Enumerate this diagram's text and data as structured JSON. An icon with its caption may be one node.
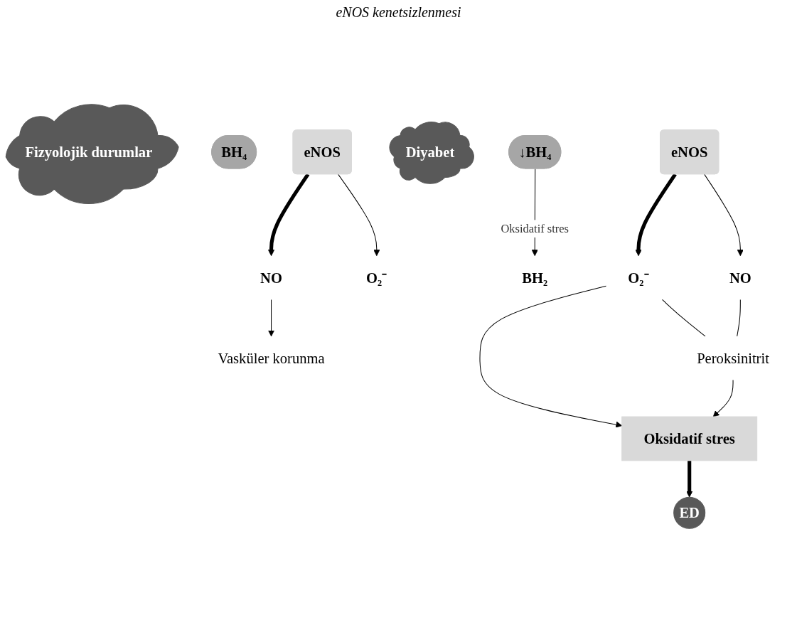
{
  "diagram": {
    "nodes": [
      {
        "text": [
          "Fizyolojik durumlar"
        ]
      },
      {
        "text": [
          "BH₄"
        ]
      },
      {
        "text": [
          "eNOS"
        ]
      },
      {
        "text": [
          "NO"
        ]
      },
      {
        "text": [
          "O₂⁻"
        ]
      },
      {
        "text": [
          "Vasküler korunma"
        ]
      },
      {
        "text": [
          "Diyabet"
        ]
      },
      {
        "text": [
          "↓BH₄"
        ]
      },
      {
        "text": [
          "eNOS"
        ]
      },
      {
        "text": [
          "BH₂"
        ]
      },
      {
        "text": [
          "O₂⁻"
        ]
      },
      {
        "text": [
          "NO"
        ]
      },
      {
        "text": [
          "Peroksinitrit"
        ]
      },
      {
        "text": [
          "Oksidatif  stres"
        ]
      },
      {
        "text": [
          "ED"
        ]
      }
    ],
    "edges": [
      {
        "from": 2,
        "to": 3,
        "arrow": "to",
        "style": "thick"
      },
      {
        "from": 2,
        "to": 4,
        "arrow": "to"
      },
      {
        "from": 3,
        "to": 5,
        "arrow": "to"
      },
      {
        "from": 7,
        "to": 9,
        "arrow": "to",
        "label": "Oksidatif stres"
      },
      {
        "from": 8,
        "to": 10,
        "arrow": "to",
        "style": "thick"
      },
      {
        "from": 8,
        "to": 11,
        "arrow": "to"
      },
      {
        "from": 10,
        "to": 12,
        "arrow": "none"
      },
      {
        "from": 11,
        "to": 12,
        "arrow": "none"
      },
      {
        "from": 10,
        "to": 13,
        "arrow": "to"
      },
      {
        "from": 12,
        "to": 13,
        "arrow": "to"
      },
      {
        "from": 13,
        "to": 14,
        "arrow": "to",
        "style": "thick"
      }
    ],
    "labels": [
      "eNOS kenetsizlenmesi"
    ]
  }
}
